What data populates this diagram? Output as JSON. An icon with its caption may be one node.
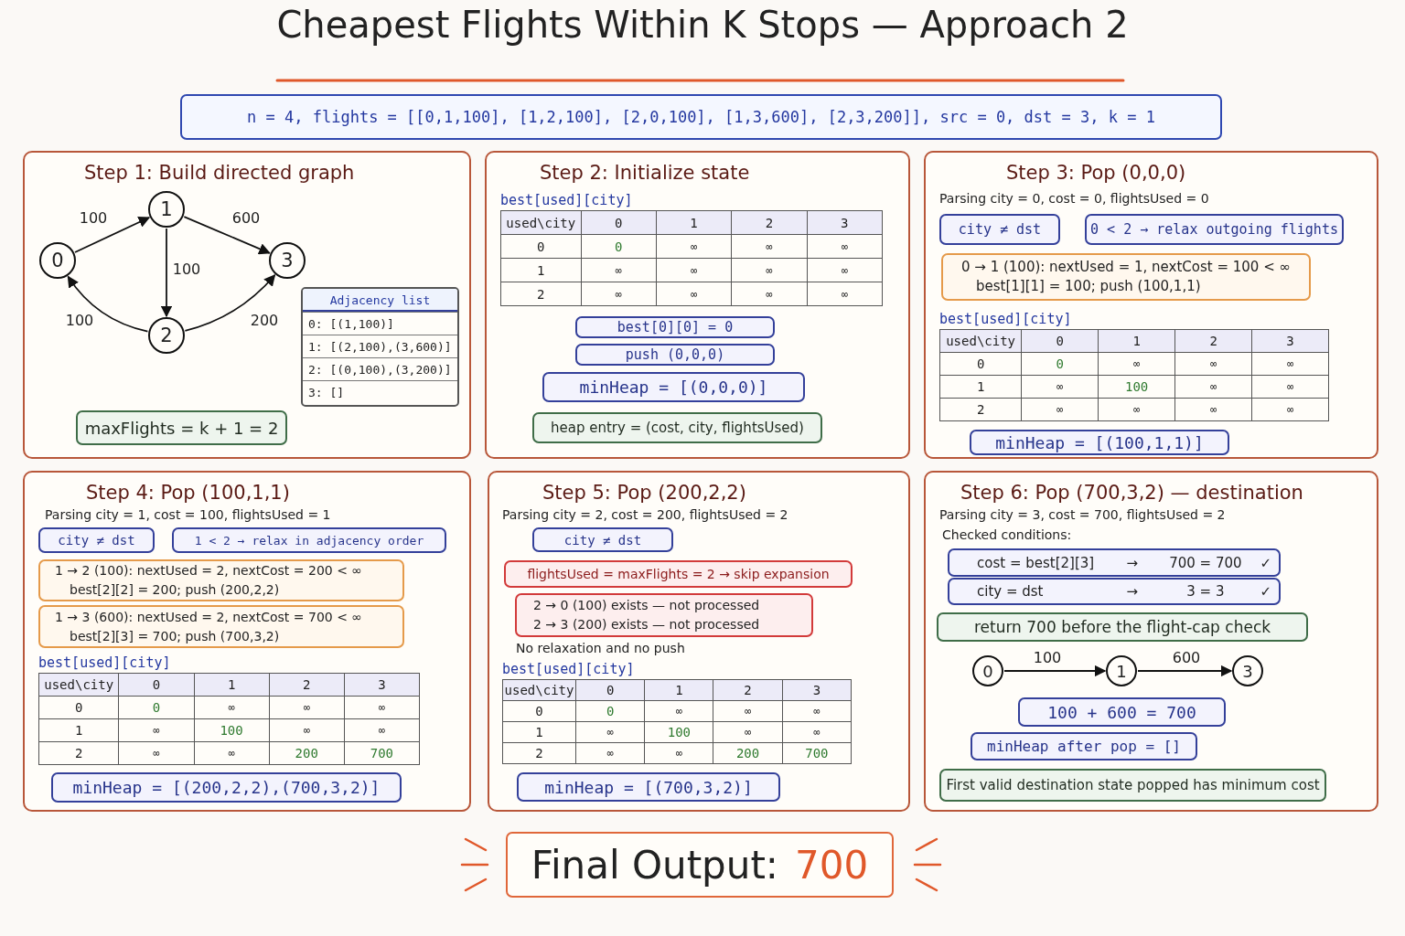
{
  "diagram": {
    "title": "Cheapest Flights Within K Stops — Approach 2",
    "nodes": [
      {
        "text": [
          "n = 4, flights = [[0,1,100], [1,2,100], [2,0,100], [1,3,600], [2,3,200]], src = 0, dst = 3, k = 1"
        ]
      },
      {
        "text": [
          "Step 1: Build directed graph"
        ]
      },
      {
        "text": [
          "0"
        ],
        "in": 1
      },
      {
        "text": [
          "1"
        ],
        "in": 1
      },
      {
        "text": [
          "2"
        ],
        "in": 1
      },
      {
        "text": [
          "3"
        ],
        "in": 1
      },
      {
        "text": [
          "Adjacency list",
          "0: [(1,100)]",
          "1: [(2,100),(3,600)]",
          "2: [(0,100),(3,200)]",
          "3: []"
        ],
        "in": 1
      },
      {
        "text": [
          "maxFlights = k + 1 = 2"
        ],
        "in": 1
      },
      {
        "text": [
          "Step 2: Initialize state"
        ]
      },
      {
        "text": [
          "best[used][city]",
          "used\\city",
          "0",
          "1",
          "2",
          "3",
          "0",
          "0",
          "∞",
          "∞",
          "∞",
          "1",
          "∞",
          "∞",
          "∞",
          "∞",
          "2",
          "∞",
          "∞",
          "∞",
          "∞"
        ],
        "in": 8
      },
      {
        "text": [
          "best[0][0] = 0"
        ],
        "in": 8
      },
      {
        "text": [
          "push (0,0,0)"
        ],
        "in": 8
      },
      {
        "text": [
          "minHeap = [(0,0,0)]"
        ],
        "in": 8
      },
      {
        "text": [
          "heap entry = (cost, city, flightsUsed)"
        ],
        "in": 8
      },
      {
        "text": [
          "Step 3: Pop (0,0,0)",
          "Parsing city = 0, cost = 0, flightsUsed = 0"
        ]
      },
      {
        "text": [
          "city ≠ dst"
        ],
        "in": 14
      },
      {
        "text": [
          "0 < 2 → relax outgoing flights"
        ],
        "in": 14
      },
      {
        "text": [
          "0 → 1 (100): nextUsed = 1, nextCost = 100 < ∞",
          "best[1][1] = 100; push (100,1,1)"
        ],
        "in": 14
      },
      {
        "text": [
          "best[used][city]",
          "used\\city",
          "0",
          "1",
          "2",
          "3",
          "0",
          "0",
          "∞",
          "∞",
          "∞",
          "1",
          "∞",
          "100",
          "∞",
          "∞",
          "2",
          "∞",
          "∞",
          "∞",
          "∞"
        ],
        "in": 14
      },
      {
        "text": [
          "minHeap = [(100,1,1)]"
        ],
        "in": 14
      },
      {
        "text": [
          "Step 4: Pop (100,1,1)",
          "Parsing city = 1, cost = 100, flightsUsed = 1"
        ]
      },
      {
        "text": [
          "city ≠ dst"
        ],
        "in": 20
      },
      {
        "text": [
          "1 < 2 → relax in adjacency order"
        ],
        "in": 20
      },
      {
        "text": [
          "1 → 2 (100): nextUsed = 2, nextCost = 200 < ∞",
          "best[2][2] = 200; push (200,2,2)"
        ],
        "in": 20
      },
      {
        "text": [
          "1 → 3 (600): nextUsed = 2, nextCost = 700 < ∞",
          "best[2][3] = 700; push (700,3,2)"
        ],
        "in": 20
      },
      {
        "text": [
          "best[used][city]",
          "used\\city",
          "0",
          "1",
          "2",
          "3",
          "0",
          "0",
          "∞",
          "∞",
          "∞",
          "1",
          "∞",
          "100",
          "∞",
          "∞",
          "2",
          "∞",
          "∞",
          "200",
          "700"
        ],
        "in": 20
      },
      {
        "text": [
          "minHeap = [(200,2,2),(700,3,2)]"
        ],
        "in": 20
      },
      {
        "text": [
          "Step 5: Pop (200,2,2)",
          "Parsing city = 2, cost = 200, flightsUsed = 2",
          "No relaxation and no push"
        ]
      },
      {
        "text": [
          "city ≠ dst"
        ],
        "in": 27
      },
      {
        "text": [
          "flightsUsed = maxFlights = 2 → skip expansion"
        ],
        "in": 27
      },
      {
        "text": [
          "2 → 0 (100) exists — not processed",
          "2 → 3 (200) exists — not processed"
        ],
        "in": 27
      },
      {
        "text": [
          "best[used][city]",
          "used\\city",
          "0",
          "1",
          "2",
          "3",
          "0",
          "0",
          "∞",
          "∞",
          "∞",
          "1",
          "∞",
          "100",
          "∞",
          "∞",
          "2",
          "∞",
          "∞",
          "200",
          "700"
        ],
        "in": 27
      },
      {
        "text": [
          "minHeap = [(700,3,2)]"
        ],
        "in": 27
      },
      {
        "text": [
          "Step 6: Pop (700,3,2) — destination",
          "Parsing city = 3, cost = 700, flightsUsed = 2",
          "Checked conditions:"
        ]
      },
      {
        "text": [
          "cost = best[2][3]",
          "→",
          "700 = 700",
          "✓"
        ],
        "in": 33
      },
      {
        "text": [
          "city = dst",
          "→",
          "3 = 3",
          "✓"
        ],
        "in": 33
      },
      {
        "text": [
          "return 700 before the flight-cap check"
        ],
        "in": 33
      },
      {
        "text": [
          "0"
        ],
        "in": 33
      },
      {
        "text": [
          "1"
        ],
        "in": 33
      },
      {
        "text": [
          "3"
        ],
        "in": 33
      },
      {
        "text": [
          "100 + 600 = 700"
        ],
        "in": 33
      },
      {
        "text": [
          "minHeap after pop = []"
        ],
        "in": 33
      },
      {
        "text": [
          "First valid destination state popped has minimum cost"
        ],
        "in": 33
      },
      {
        "text": [
          "Final Output:",
          "700"
        ]
      }
    ],
    "edges": [
      {
        "from": 2,
        "to": 3,
        "arrow": "to",
        "label": "100"
      },
      {
        "from": 3,
        "to": 5,
        "arrow": "to",
        "label": "600"
      },
      {
        "from": 3,
        "to": 4,
        "arrow": "to",
        "label": "100"
      },
      {
        "from": 4,
        "to": 2,
        "arrow": "to",
        "label": "100"
      },
      {
        "from": 4,
        "to": 5,
        "arrow": "to",
        "label": "200"
      },
      {
        "from": 37,
        "to": 38,
        "arrow": "to",
        "label": "100"
      },
      {
        "from": 38,
        "to": 39,
        "arrow": "to",
        "label": "600"
      }
    ]
  }
}
